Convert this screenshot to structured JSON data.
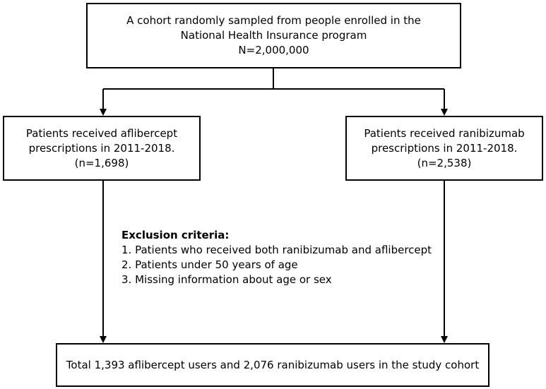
{
  "top_box": {
    "lines": [
      "A cohort randomly sampled from people enrolled in the",
      "National Health Insurance program",
      "N=2,000,000"
    ]
  },
  "left_box": {
    "lines": [
      "Patients received aflibercept",
      "prescriptions in 2011-2018.",
      "(n=1,698)"
    ]
  },
  "right_box": {
    "lines": [
      "Patients received ranibizumab",
      "prescriptions in 2011-2018.",
      "(n=2,538)"
    ]
  },
  "exclusion": {
    "title": "Exclusion criteria:",
    "items": [
      "1. Patients who received both ranibizumab and aflibercept",
      "2. Patients under 50 years of age",
      "3. Missing information about age or sex"
    ]
  },
  "bottom_box": {
    "text": "Total 1,393 aflibercept users and 2,076 ranibizumab users in the study cohort"
  }
}
